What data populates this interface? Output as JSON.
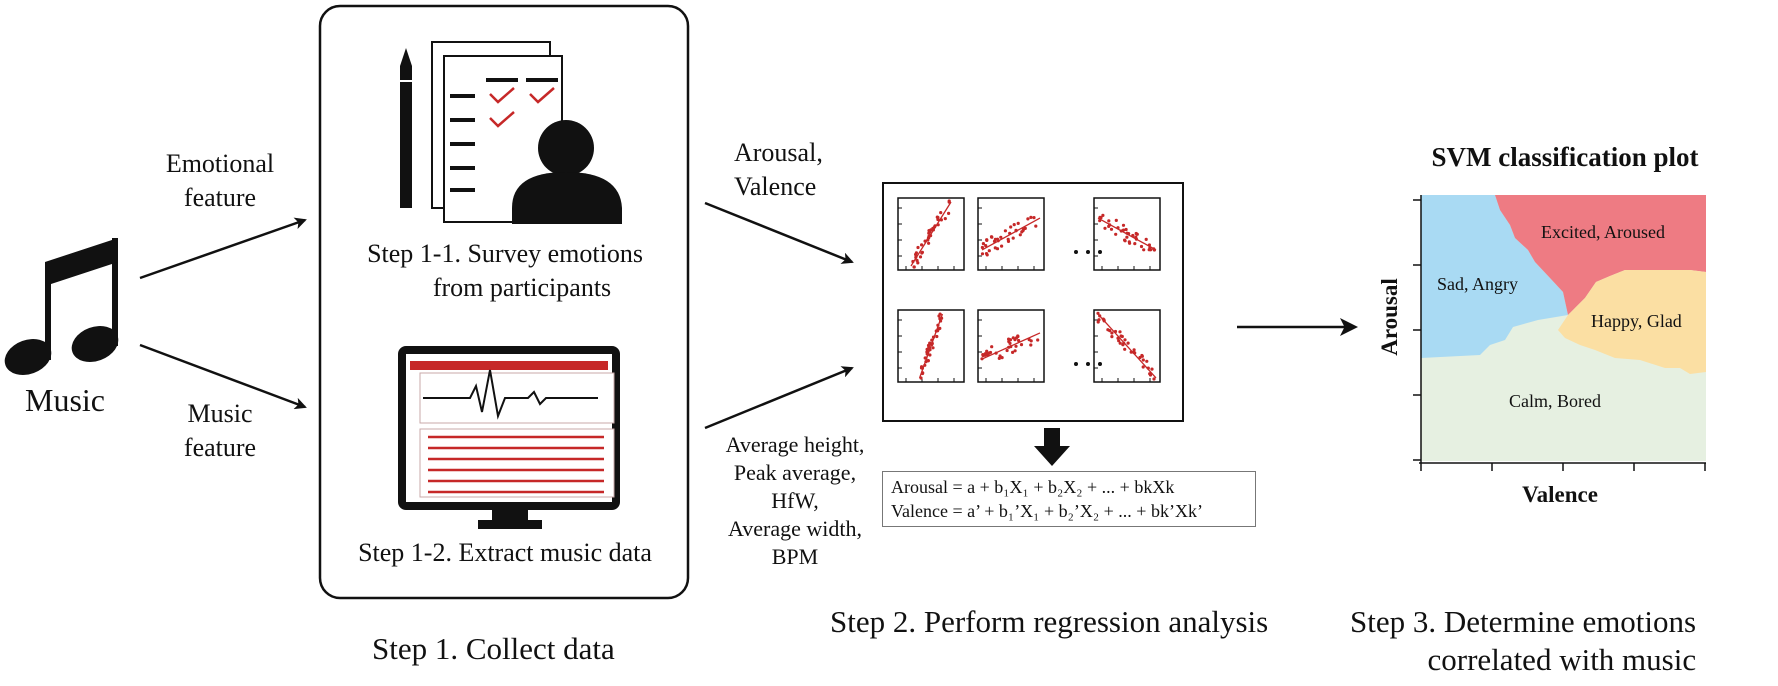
{
  "music": {
    "label": "Music"
  },
  "edges": {
    "emotional_feature": [
      "Emotional",
      "feature"
    ],
    "music_feature": [
      "Music",
      "feature"
    ],
    "arousal_valence": [
      "Arousal,",
      "Valence"
    ],
    "features_list": [
      "Average height,",
      "Peak average,",
      "HfW,",
      "Average width,",
      "BPM"
    ]
  },
  "step1": {
    "caption": "Step 1. Collect data",
    "sub1": [
      "Step 1-1. Survey emotions",
      "from participants"
    ],
    "sub2": "Step 1-2. Extract music data"
  },
  "step2": {
    "caption": "Step 2. Perform regression analysis",
    "equations": [
      "Arousal = a + b₁X₁ + b₂X₂ + ... + bkXk",
      "Valence = a’ + b₁’X₁ + b₂’X₂ + ... + bk’Xk’"
    ]
  },
  "step3": {
    "caption": [
      "Step 3. Determine emotions",
      "correlated with music"
    ],
    "plot_title": "SVM classification plot",
    "xlabel": "Valence",
    "ylabel": "Arousal",
    "regions": [
      {
        "label": "Sad, Angry",
        "color": "#a9daf3"
      },
      {
        "label": "Excited, Aroused",
        "color": "#ee7b83"
      },
      {
        "label": "Happy, Glad",
        "color": "#fbdfa3"
      },
      {
        "label": "Calm, Bored",
        "color": "#e6f0e1"
      }
    ]
  },
  "colors": {
    "accent_red": "#c62828",
    "ink": "#111111"
  }
}
